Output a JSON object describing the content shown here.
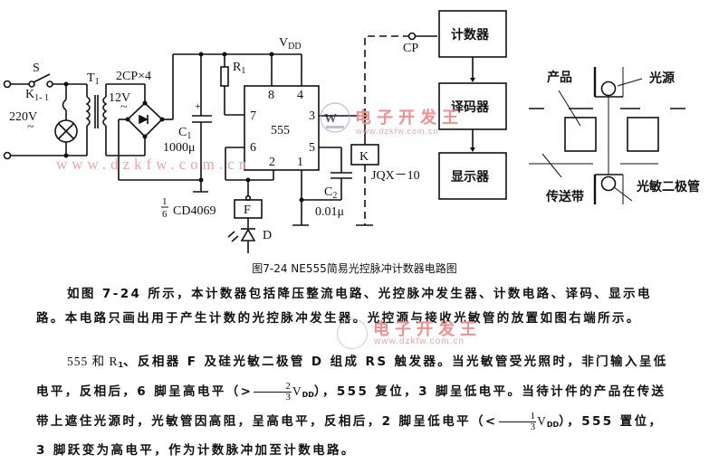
{
  "figure": {
    "caption": "图7-24   NE555简易光控脉冲计数器电路图",
    "labels": {
      "switch": "S",
      "relay_contact_main": "K",
      "relay_contact_sub": "1- 1",
      "mains_voltage": "220V",
      "ac_symbol": "~",
      "transformer_main": "T",
      "transformer_sub": "1",
      "rectifier": "2CP×4",
      "secondary_voltage": "12V",
      "c1_main": "C",
      "c1_sub": "1",
      "c1_value": "1000μ",
      "r1_main": "R",
      "r1_sub": "1",
      "vdd_main": "V",
      "vdd_sub": "DD",
      "ic": "555",
      "pins": [
        "8",
        "4",
        "7",
        "3",
        "6",
        "5",
        "2",
        "1"
      ],
      "inverter_fraction_num": "1",
      "inverter_fraction_den": "6",
      "inverter_chip": "CD4069",
      "inverter": "F",
      "photodiode": "D",
      "c2_main": "C",
      "c2_sub": "2",
      "c2_value": "0.01μ",
      "relay": "K",
      "relay_model": "JQX－10",
      "cp": "CP"
    },
    "blocks": [
      "计数器",
      "译码器",
      "显示器"
    ],
    "layout_diagram": {
      "product": "产品",
      "light_source": "光源",
      "conveyor": "传送带",
      "photodiode": "光敏二极管"
    },
    "watermark": {
      "url": "www.dzkfw.com.cn",
      "brand": "电子开发王",
      "color": "#f28f8f"
    }
  },
  "text": {
    "p1": "如图 7-24 所示，本计数器包括降压整流电路、光控脉冲发生器、计数电路、译码、显示电路。本电路只画出用于产生计数的光控脉冲发生器。光控源与接收光敏管的放置如图右端所示。",
    "p2_a": "555 和 R",
    "p2_a_sub": "1",
    "p2_b": "、反相器 F 及硅光敏二极管 D 组成 RS 触发器。当光敏管受光照时，非门输入呈低电平，反相后，6 脚呈高电平（>",
    "frac1_num": "2",
    "frac1_den": "3",
    "vdd_v": "V",
    "vdd_sub": "DD",
    "p2_c": "），555 复位，3 脚呈低电平。当待计件的产品在传送带上遮住光源时，光敏管因高阻，呈高电平，反相后，2 脚呈低电平（<",
    "frac2_num": "1",
    "frac2_den": "3",
    "p2_d": "），555 置位，3 脚跃变为高电平，作为计数脉冲加至计数电路。"
  }
}
